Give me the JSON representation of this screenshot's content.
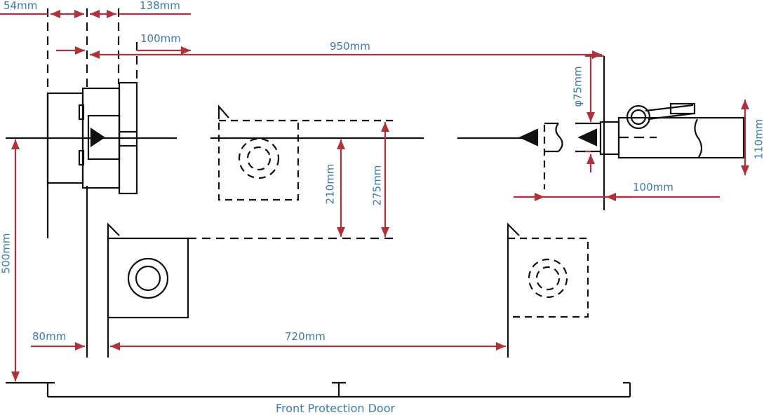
{
  "colors": {
    "line": "#111111",
    "dimension": "#b1313a",
    "label": "#3a7ab8"
  },
  "dimensions": {
    "d54": "54mm",
    "d138": "138mm",
    "d100_top": "100mm",
    "d950": "950mm",
    "d75": "φ75mm",
    "d110": "110mm",
    "d100_right": "100mm",
    "d210": "210mm",
    "d275": "275mm",
    "d500": "500mm",
    "d80": "80mm",
    "d720": "720mm"
  },
  "labels": {
    "front_door": "Front Protection Door"
  }
}
